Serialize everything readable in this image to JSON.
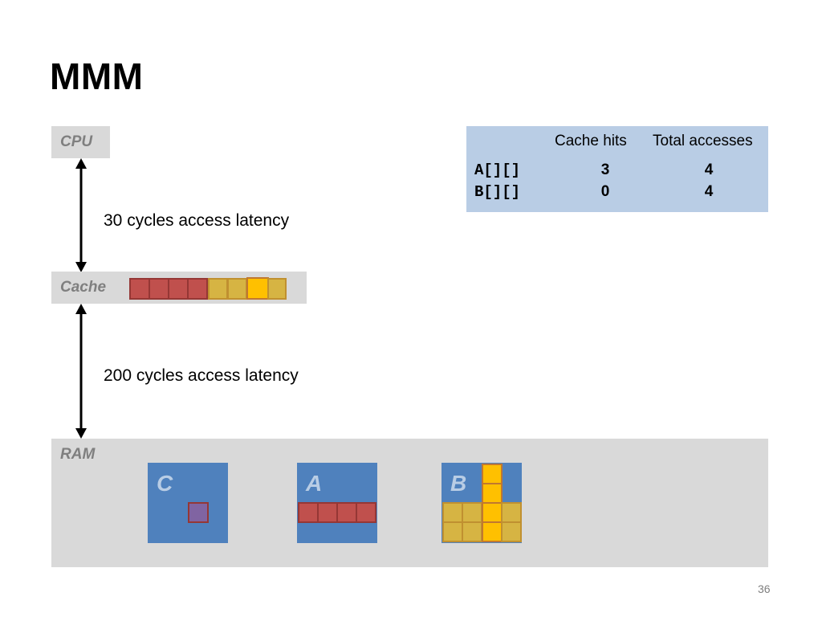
{
  "slide": {
    "title": "MMM",
    "page_number": "36"
  },
  "hierarchy": {
    "cpu_label": "CPU",
    "cache_label": "Cache",
    "ram_label": "RAM",
    "latency_cpu_cache": "30 cycles access latency",
    "latency_cache_ram": "200 cycles access latency"
  },
  "matrices": {
    "c_label": "C",
    "a_label": "A",
    "b_label": "B"
  },
  "stats_table": {
    "headers": [
      "",
      "Cache hits",
      "Total accesses"
    ],
    "rows": [
      {
        "name": "A[][]",
        "cache_hits": "3",
        "total_accesses": "4"
      },
      {
        "name": "B[][]",
        "cache_hits": "0",
        "total_accesses": "4"
      }
    ]
  },
  "colors": {
    "a_line": "#c0504d",
    "b_line": "#d6b443",
    "b_accessed": "#ffc000",
    "c_element": "#8064a2",
    "matrix_bg": "#4f81bd",
    "table_bg": "#b9cde5",
    "level_bg": "#d9d9d9"
  }
}
